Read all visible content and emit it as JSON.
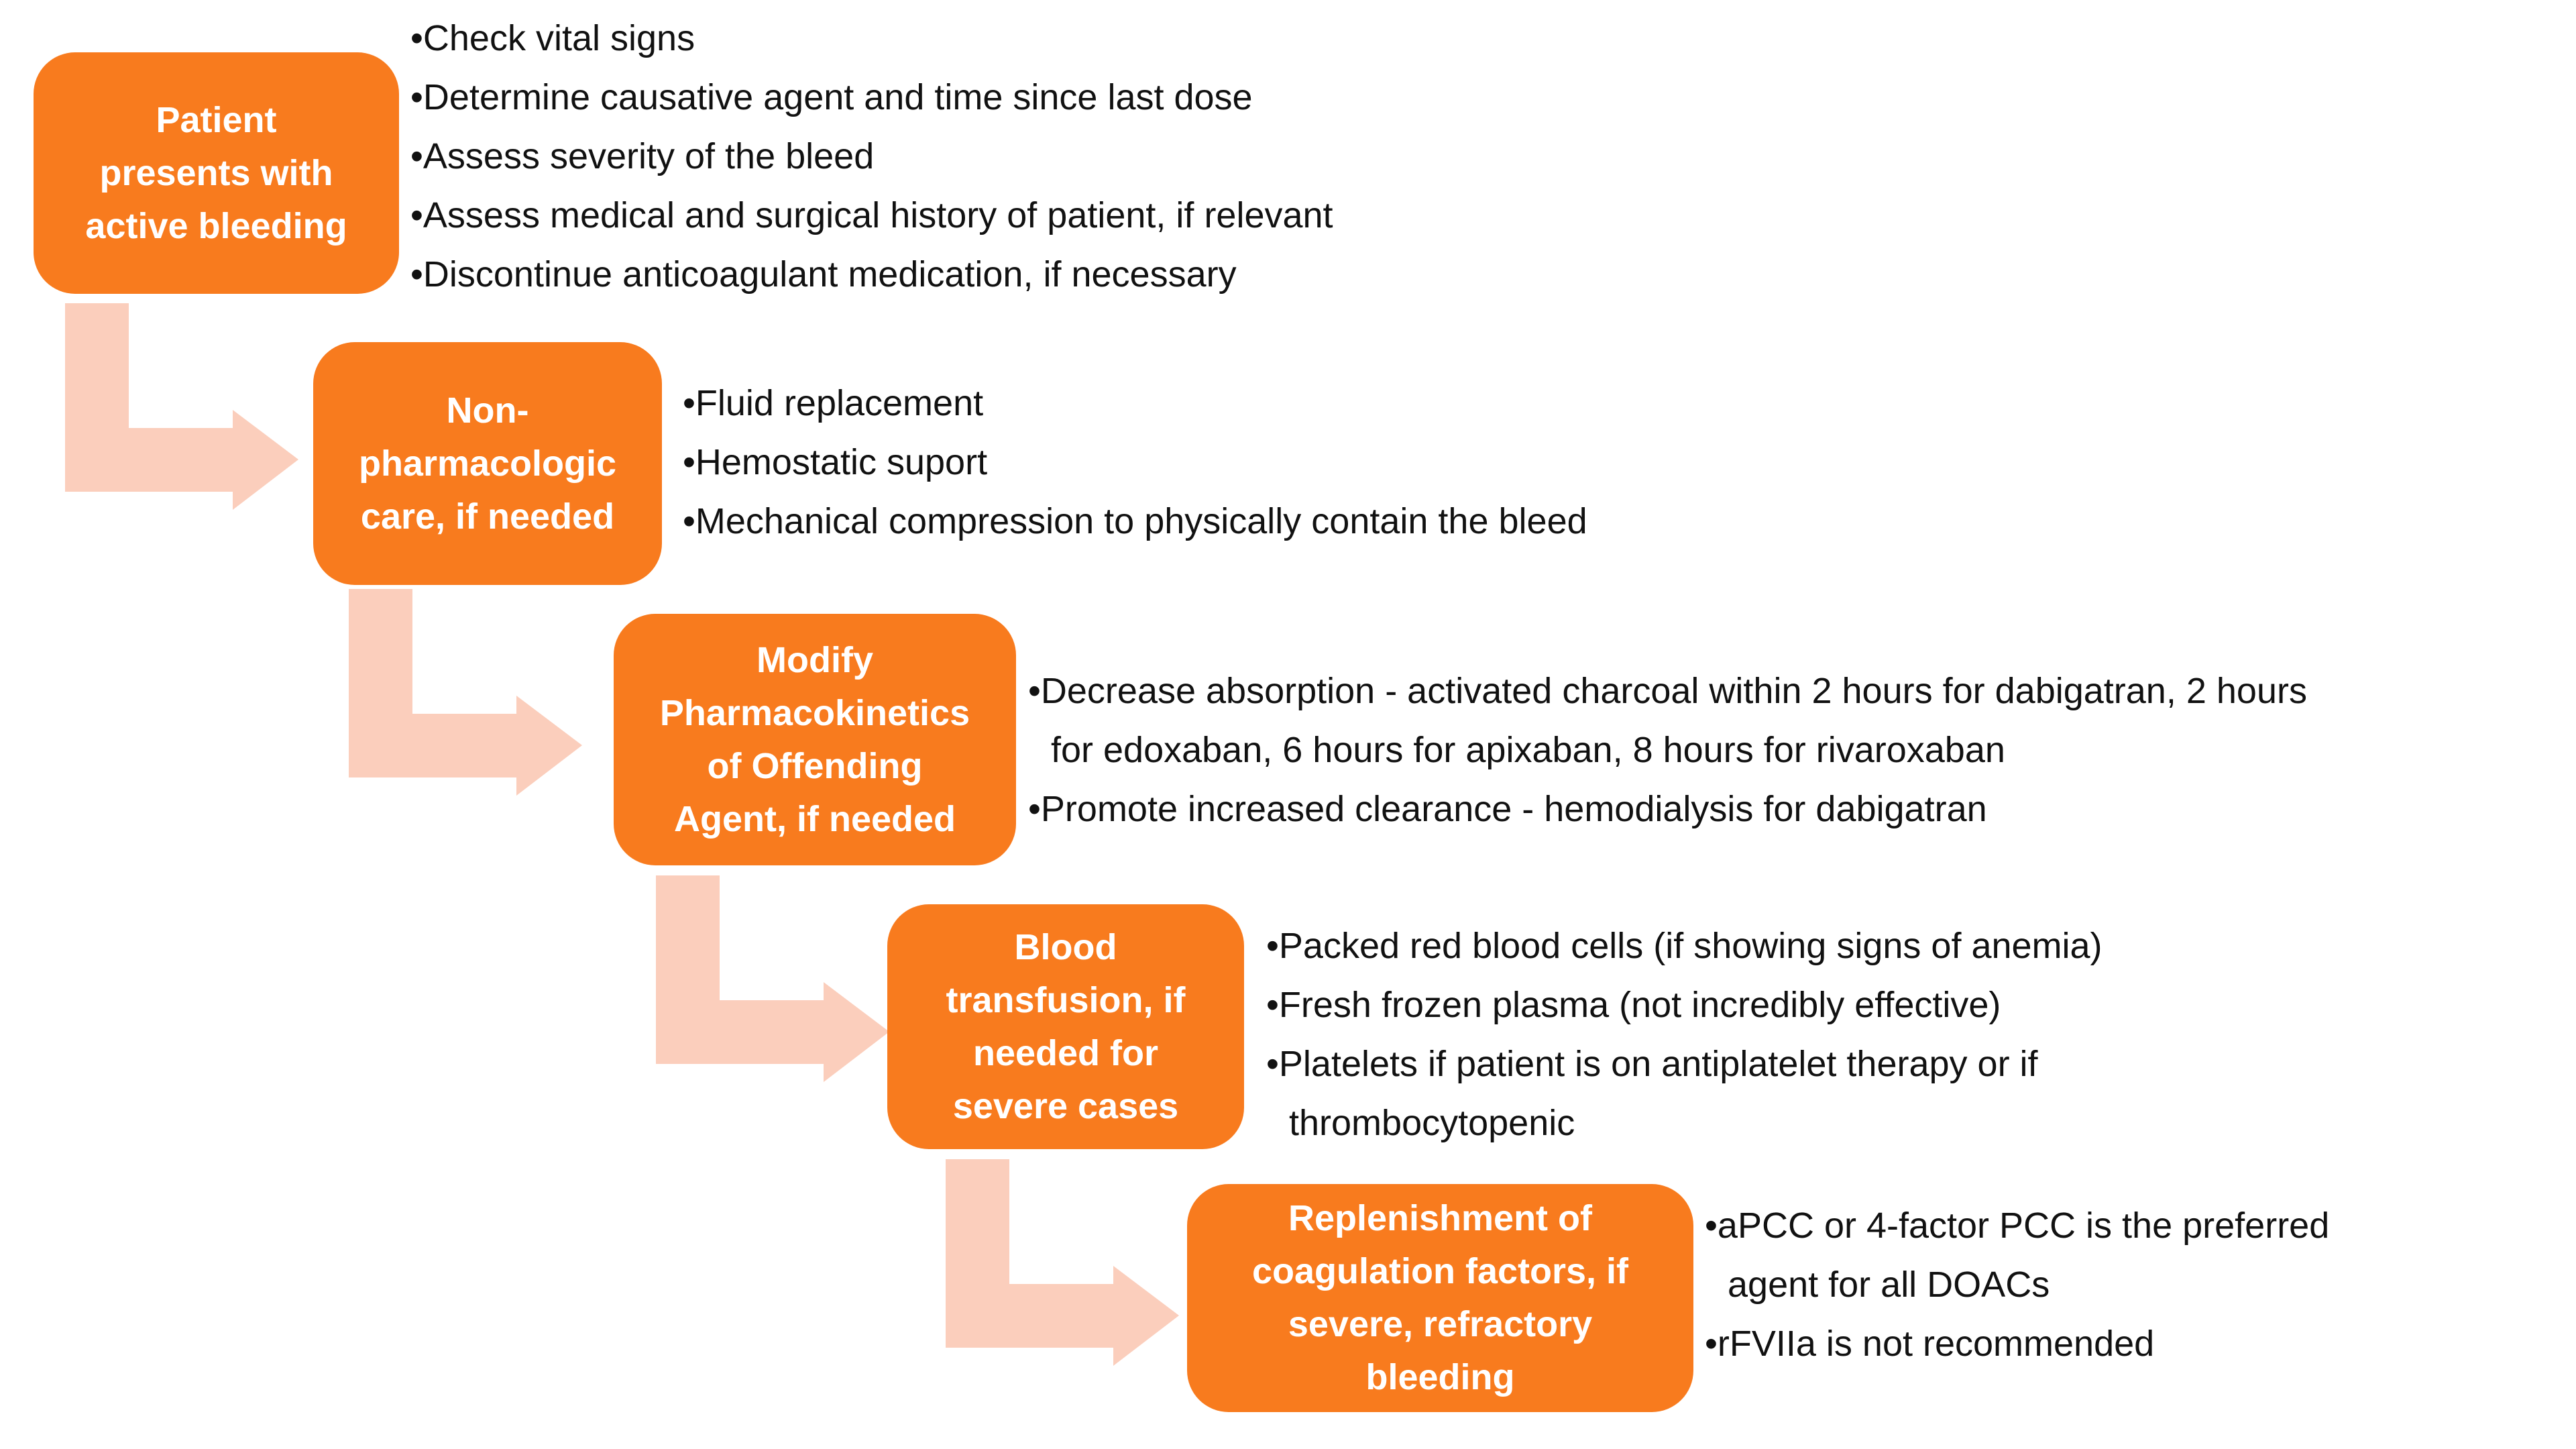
{
  "colors": {
    "box_fill": "#F87B1E",
    "arrow_fill": "#FBCEBC",
    "box_text": "#FFFFFF",
    "bullet_text": "#111111",
    "background": "#FFFFFF"
  },
  "steps": [
    {
      "box": [
        "Patient",
        "presents with",
        "active bleeding"
      ],
      "bullets": [
        "•Check vital signs",
        "•Determine causative agent and time since last dose",
        "•Assess severity of the bleed",
        "•Assess medical and surgical history of patient, if relevant",
        "•Discontinue anticoagulant medication, if necessary"
      ]
    },
    {
      "box": [
        "Non-",
        "pharmacologic",
        "care, if needed"
      ],
      "bullets": [
        "•Fluid replacement",
        "•Hemostatic suport",
        "•Mechanical compression to physically contain the bleed"
      ]
    },
    {
      "box": [
        "Modify",
        "Pharmacokinetics",
        "of Offending",
        "Agent, if needed"
      ],
      "bullets": [
        "•Decrease absorption - activated charcoal within 2 hours for dabigatran, 2 hours",
        "for edoxaban, 6 hours for apixaban, 8 hours for rivaroxaban",
        "•Promote increased clearance - hemodialysis for dabigatran"
      ]
    },
    {
      "box": [
        "Blood",
        "transfusion, if",
        "needed for",
        "severe cases"
      ],
      "bullets": [
        "•Packed red blood cells (if showing signs of anemia)",
        "•Fresh frozen plasma (not incredibly effective)",
        "•Platelets if patient is on antiplatelet therapy or if",
        "thrombocytopenic"
      ]
    },
    {
      "box": [
        "Replenishment of",
        "coagulation factors, if",
        "severe, refractory",
        "bleeding"
      ],
      "bullets": [
        "•aPCC or 4-factor PCC is the preferred",
        "agent for all DOACs",
        "•rFVIIa is not recommended"
      ]
    }
  ]
}
